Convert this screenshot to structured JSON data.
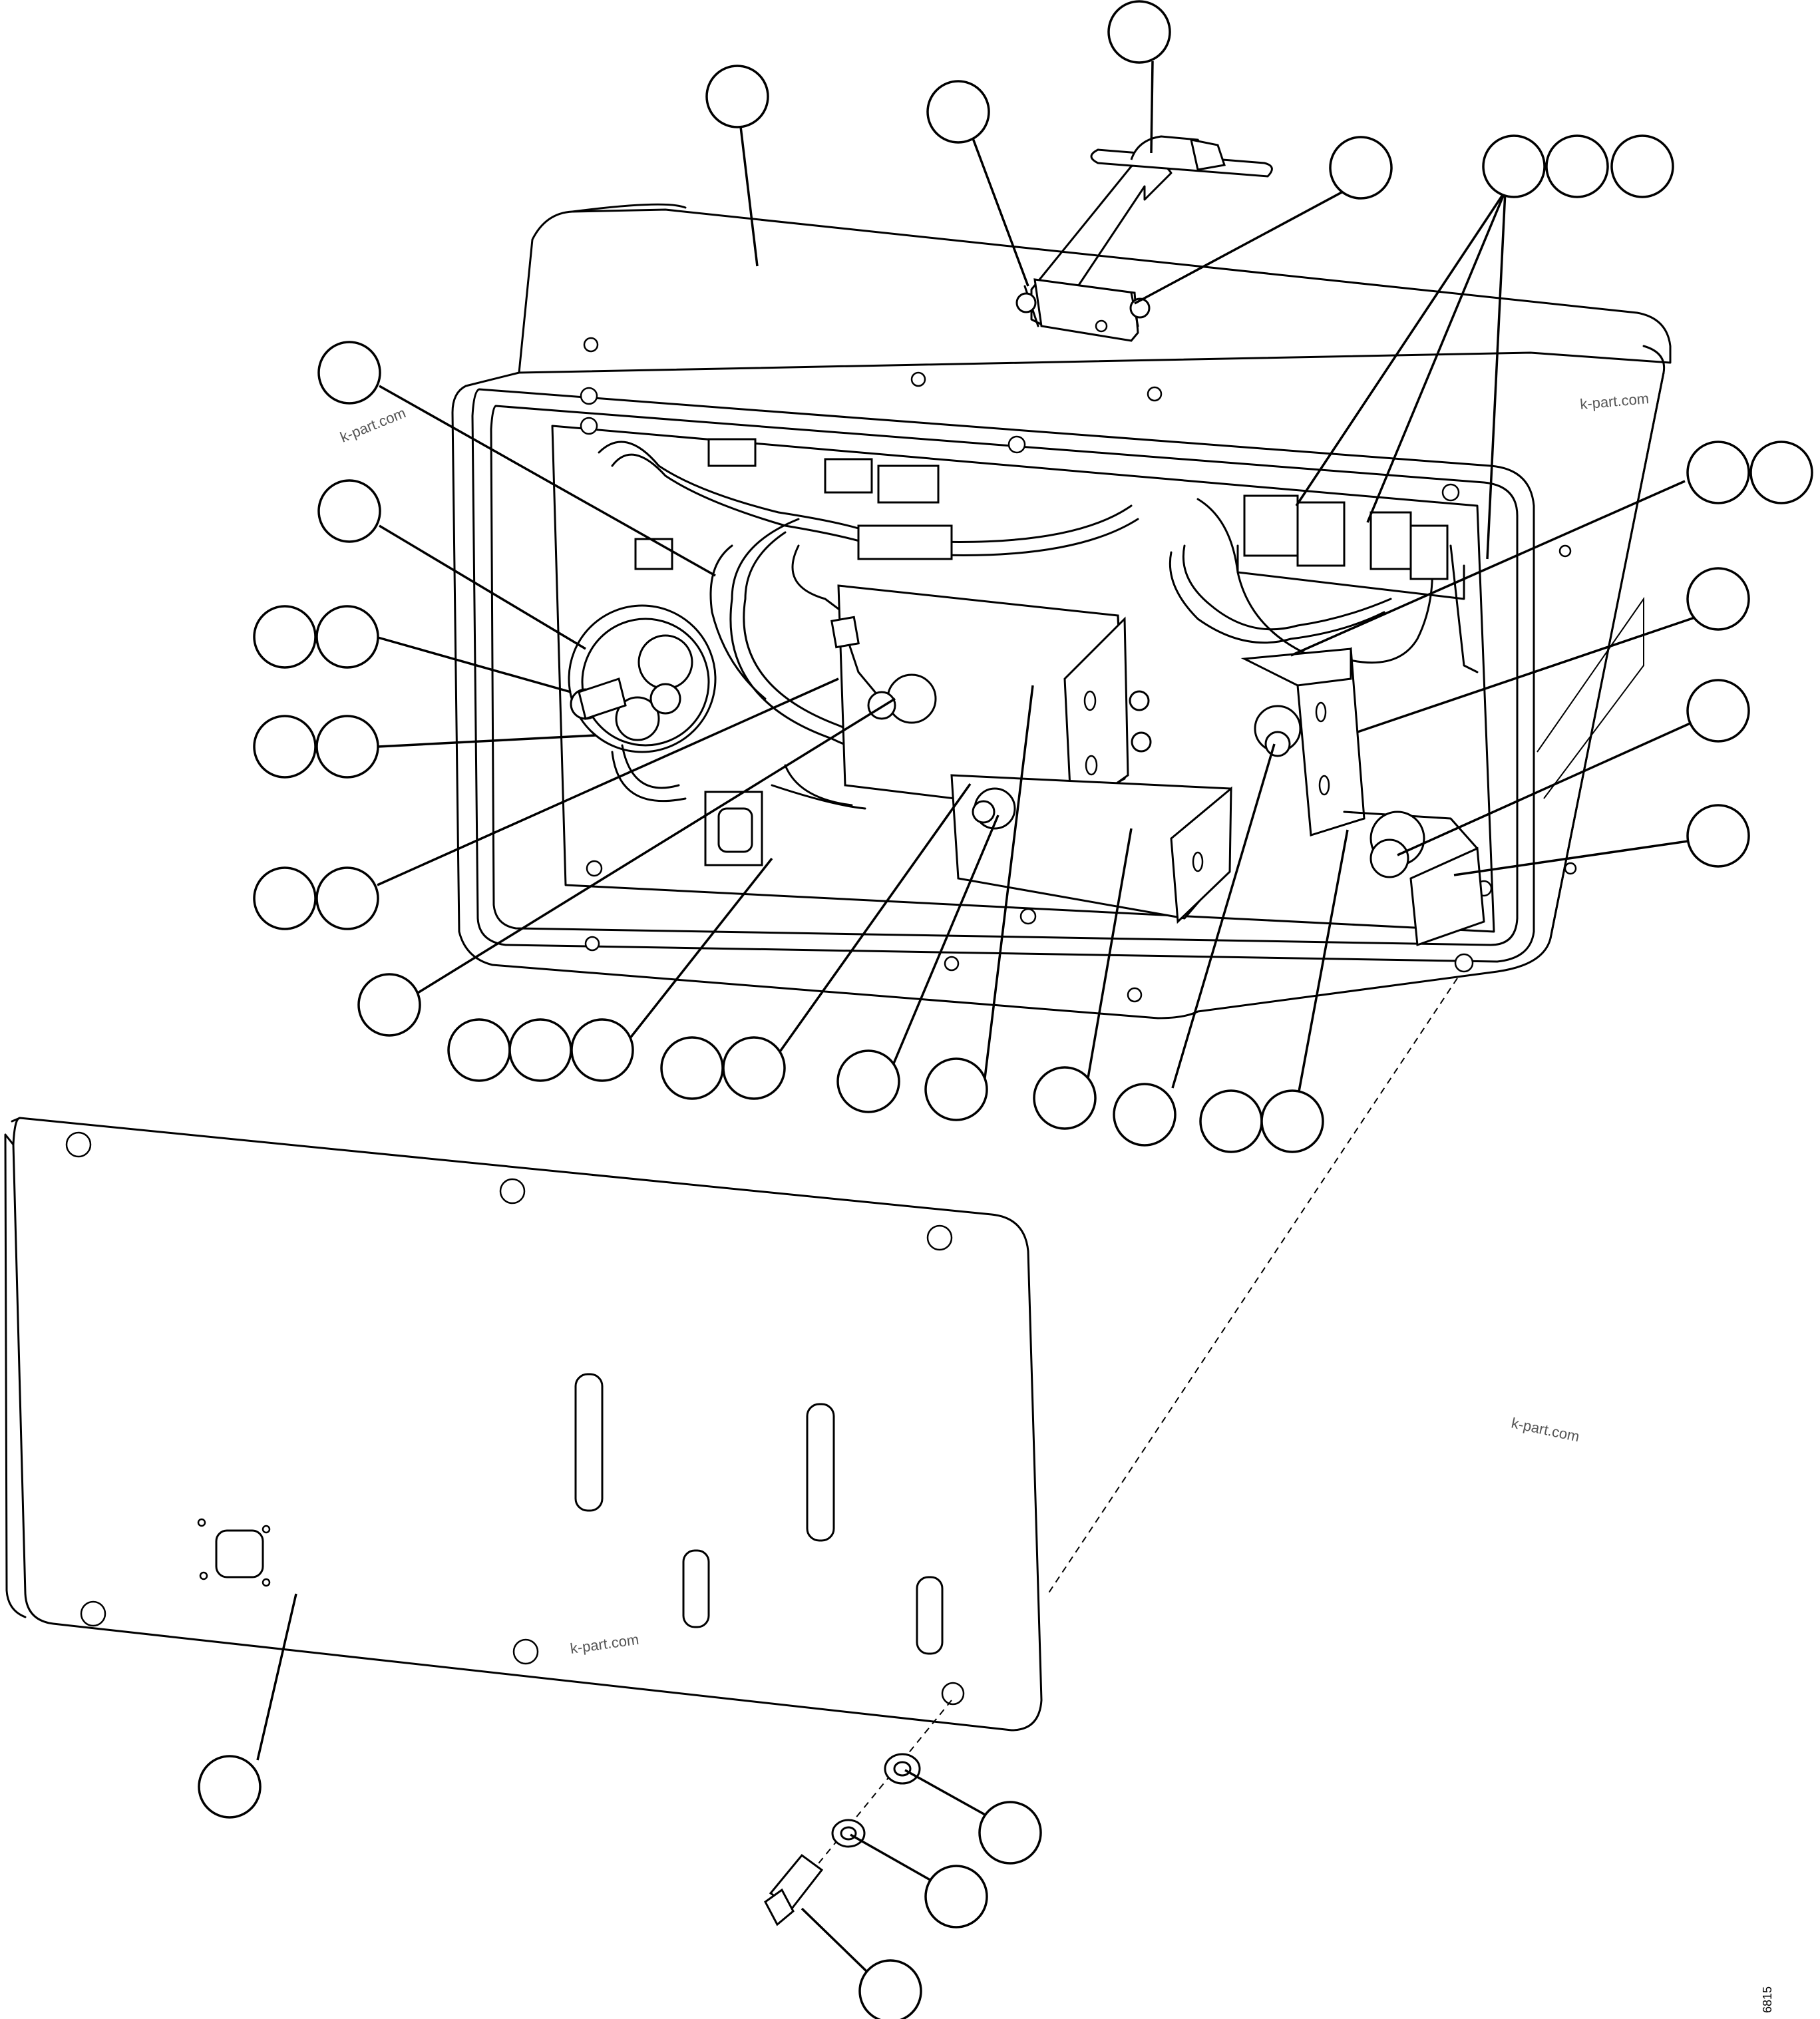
{
  "watermarks": {
    "wm1": "k-part.com",
    "wm2": "k-part.com",
    "wm3": "k-part.com",
    "wm4": "k-part.com"
  },
  "drawing_code": "6815"
}
